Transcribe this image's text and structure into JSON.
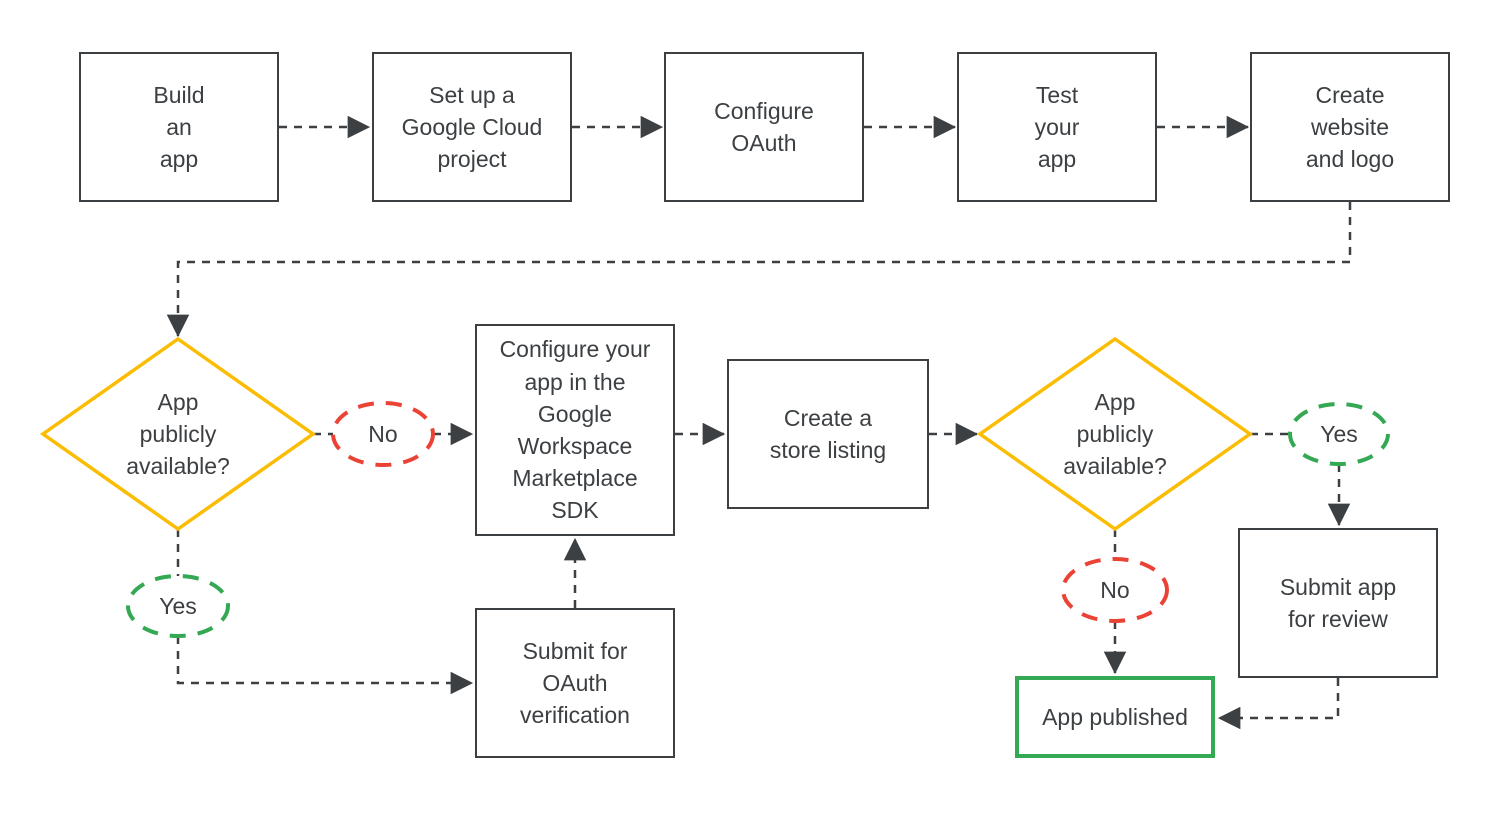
{
  "colors": {
    "background": "#FFFFFF",
    "line": "#3C4043",
    "text": "#3C4043",
    "decision_yellow": "#FBBC04",
    "no_red": "#EA4335",
    "yes_green": "#34A853",
    "published_green": "#34A853"
  },
  "nodes": {
    "build_app": {
      "label": "Build\nan\napp"
    },
    "setup_project": {
      "label": "Set up a\nGoogle Cloud\nproject"
    },
    "configure_oauth": {
      "label": "Configure\nOAuth"
    },
    "test_app": {
      "label": "Test\nyour\napp"
    },
    "create_website": {
      "label": "Create\nwebsite\nand logo"
    },
    "decision1": {
      "label": "App\npublicly\navailable?"
    },
    "no1": {
      "label": "No"
    },
    "yes1": {
      "label": "Yes"
    },
    "configure_sdk": {
      "label": "Configure your\napp in the\nGoogle\nWorkspace\nMarketplace\nSDK"
    },
    "submit_oauth": {
      "label": "Submit for\nOAuth\nverification"
    },
    "store_listing": {
      "label": "Create a\nstore listing"
    },
    "decision2": {
      "label": "App\npublicly\navailable?"
    },
    "yes2": {
      "label": "Yes"
    },
    "no2": {
      "label": "No"
    },
    "submit_review": {
      "label": "Submit app\nfor review"
    },
    "app_published": {
      "label": "App published"
    }
  }
}
